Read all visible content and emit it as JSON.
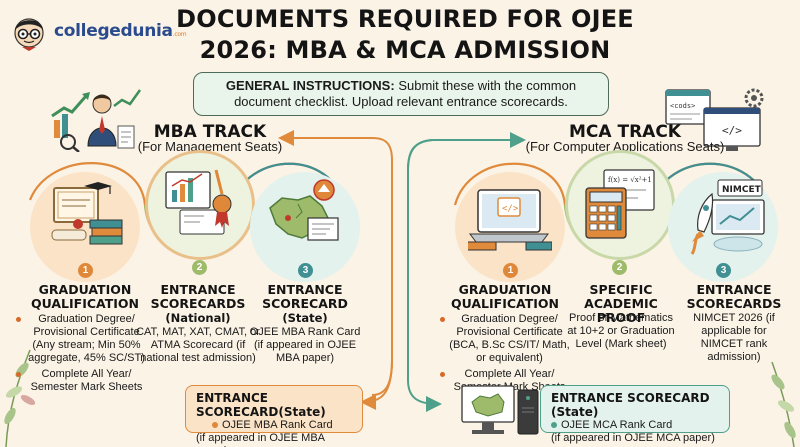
{
  "brand": {
    "name": "collegedunia",
    "suffix": ".com"
  },
  "title": {
    "line1": "DOCUMENTS REQUIRED FOR OJEE",
    "line2": "2026: MBA & MCA ADMISSION"
  },
  "instructions": {
    "label": "GENERAL INSTRUCTIONS:",
    "text": "Submit these with the common document checklist. Upload relevant entrance scorecards."
  },
  "mba": {
    "title": "MBA TRACK",
    "subtitle": "(For Management Seats)",
    "steps": [
      {
        "number": "1",
        "title_l1": "GRADUATION",
        "title_l2": "QUALIFICATION",
        "bullets": [
          "Graduation Degree/ Provisional Certificate (Any stream; Min 50% aggregate, 45% SC/ST)",
          "Complete All Year/ Semester Mark Sheets"
        ]
      },
      {
        "number": "2",
        "title_l1": "ENTRANCE",
        "title_l2": "SCORECARDS",
        "title_l3": "(National)",
        "body": "CAT, MAT, XAT, CMAT, or ATMA Scorecard (if national test admission)"
      },
      {
        "number": "3",
        "title_l1": "ENTRANCE",
        "title_l2": "SCORECARD",
        "title_l3": "(State)",
        "body": "OJEE MBA Rank Card (if appeared in OJEE MBA paper)"
      }
    ],
    "bottom": {
      "title": "ENTRANCE SCORECARD(State)",
      "item": "OJEE MBA Rank Card",
      "note": "(if appeared in OJEE MBA paper)"
    }
  },
  "mca": {
    "title": "MCA TRACK",
    "subtitle": "(For Computer Applications Seats)",
    "steps": [
      {
        "number": "1",
        "title_l1": "GRADUATION",
        "title_l2": "QUALIFICATION",
        "bullets": [
          "Graduation Degree/ Provisional Certificate (BCA, B.Sc CS/IT/ Math, or equivalent)",
          "Complete All Year/ Semester Mark Sheets"
        ]
      },
      {
        "number": "2",
        "title_l1": "SPECIFIC",
        "title_l2": "ACADEMIC PROOF",
        "body": "Proof of Mathematics at 10+2 or Graduation Level (Mark sheet)"
      },
      {
        "number": "3",
        "title_l1": "ENTRANCE",
        "title_l2": "SCORECARDS",
        "body": "NIMCET 2026 (if applicable for NIMCET rank admission)"
      }
    ],
    "bottom": {
      "title": "ENTRANCE SCORECARD (State)",
      "item": "OJEE MCA Rank Card",
      "note": "(if appeared in OJEE MCA paper)"
    }
  },
  "icon_text": {
    "nimcet": "NIMCET",
    "cods": "<cods>",
    "code": "</>",
    "math_fx": "f(x) = √x²+1"
  },
  "colors": {
    "orange": "#e08a3c",
    "teal": "#4fa08a",
    "green_box": "#e9f4ea",
    "orange_box": "#fbe3c8",
    "teal_box": "#e4f2ee",
    "badge_orange": "#e0883a",
    "badge_green": "#9dbb6a",
    "badge_teal": "#3f8f93"
  }
}
